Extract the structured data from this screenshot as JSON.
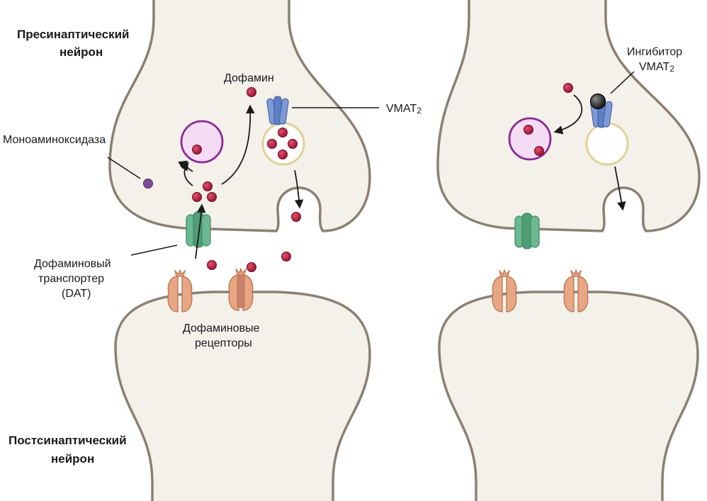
{
  "labels": {
    "presynaptic_line1": "Пресинаптический",
    "presynaptic_line2": "нейрон",
    "postsynaptic_line1": "Постсинаптический",
    "postsynaptic_line2": "нейрон",
    "dopamine": "Дофамин",
    "vmat_main": "VMAT",
    "vmat_sub": "2",
    "mao": "Моноаминоксидаза",
    "dat_line1": "Дофаминовый",
    "dat_line2": "транспортер",
    "dat_line3": "(DAT)",
    "receptors_line1": "Дофаминовые",
    "receptors_line2": "рецепторы",
    "inhibitor_line1": "Ингибитор",
    "inhibitor_line2_main": "VMAT",
    "inhibitor_line2_sub": "2"
  },
  "colors": {
    "neuron_fill": "#f3f1e9",
    "neuron_stroke": "#8b8072",
    "dopamine": "#b0193b",
    "mao": "#7d4b9c",
    "mitochondrion_fill": "#f4dcf5",
    "mitochondrion_stroke": "#8a2a92",
    "vesicle_stroke": "#e2cf9a",
    "vmat": "#5f7fc4",
    "dat": "#5aa881",
    "receptor": "#e7a784",
    "inhibitor": "#222222"
  }
}
